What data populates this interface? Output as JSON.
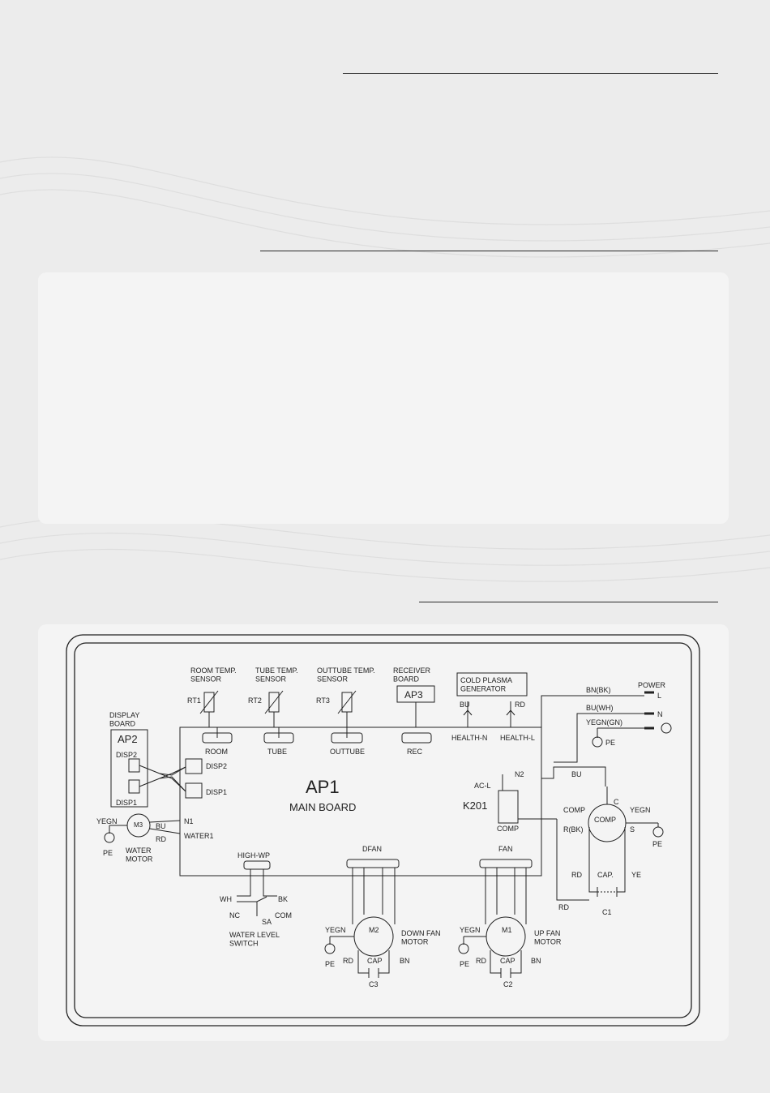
{
  "diagram": {
    "ap1_title": "AP1",
    "ap1_subtitle": "MAIN BOARD",
    "display_board": "DISPLAY\nBOARD",
    "ap2": "AP2",
    "disp2_a": "DISP2",
    "disp1_a": "DISP1",
    "disp2_b": "DISP2",
    "disp1_b": "DISP1",
    "room_sensor": "ROOM TEMP.\nSENSOR",
    "tube_sensor": "TUBE TEMP.\nSENSOR",
    "outtube_sensor": "OUTTUBE TEMP.\nSENSOR",
    "receiver_board": "RECEIVER\nBOARD",
    "rt1": "RT1",
    "rt2": "RT2",
    "rt3": "RT3",
    "ap3": "AP3",
    "room": "ROOM",
    "tube": "TUBE",
    "outtube": "OUTTUBE",
    "rec": "REC",
    "cold_plasma": "COLD PLASMA\nGENERATOR",
    "bu_cp": "BU",
    "rd_cp": "RD",
    "health_n": "HEALTH-N",
    "health_l": "HEALTH-L",
    "power": "POWER",
    "l": "L",
    "n": "N",
    "bn_bk": "BN(BK)",
    "bu_wh": "BU(WH)",
    "yegn_gn": "YEGN(GN)",
    "pe_power": "PE",
    "ac_l": "AC-L",
    "n2": "N2",
    "bu_main": "BU",
    "k201": "K201",
    "comp_relay": "COMP",
    "comp_label": "COMP",
    "comp_motor": "COMP",
    "c": "C",
    "r_bk": "R(BK)",
    "s": "S",
    "yegn_comp": "YEGN",
    "pe_comp": "PE",
    "rd_cap": "RD",
    "cap_comp": "CAP.",
    "ye": "YE",
    "c1": "C1",
    "rd_c1": "RD",
    "yegn_wm": "YEGN",
    "m3": "M3",
    "pe_wm": "PE",
    "water_motor": "WATER\nMOTOR",
    "n1": "N1",
    "bu_wm": "BU",
    "rd_wm": "RD",
    "water1": "WATER1",
    "high_wp": "HIGH-WP",
    "wh": "WH",
    "bk": "BK",
    "nc": "NC",
    "com": "COM",
    "sa": "SA",
    "water_level_switch": "WATER LEVEL\nSWITCH",
    "dfan": "DFAN",
    "yegn_m2": "YEGN",
    "m2": "M2",
    "pe_m2": "PE",
    "down_fan_motor": "DOWN FAN\nMOTOR",
    "rd_m2": "RD",
    "cap_m2": "CAP",
    "bn_m2": "BN",
    "c3": "C3",
    "fan": "FAN",
    "yegn_m1": "YEGN",
    "m1": "M1",
    "pe_m1": "PE",
    "up_fan_motor": "UP FAN\nMOTOR",
    "rd_m1": "RD",
    "cap_m1": "CAP",
    "bn_m1": "BN",
    "c2": "C2"
  }
}
